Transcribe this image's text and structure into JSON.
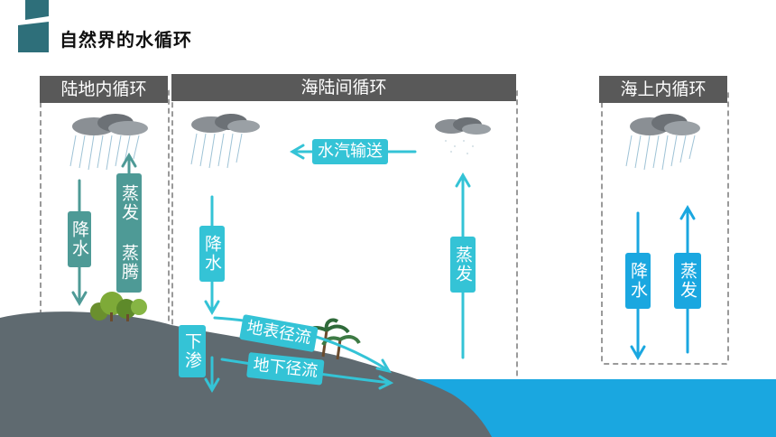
{
  "title": "自然界的水循环",
  "sections": {
    "land": "陆地内循环",
    "sea_land": "海陆间循环",
    "ocean": "海上内循环"
  },
  "land_labels": {
    "precipitation": "降水",
    "evaporation_transpiration": "蒸发 蒸腾"
  },
  "sea_land_labels": {
    "vapor_transport": "水汽输送",
    "precipitation": "降水",
    "evaporation": "蒸发",
    "surface_runoff": "地表径流",
    "infiltration": "下渗",
    "underground_runoff": "地下径流"
  },
  "ocean_labels": {
    "precipitation": "降水",
    "evaporation": "蒸发"
  },
  "colors": {
    "teal": "#4e9a96",
    "cyan": "#34c3d6",
    "blue": "#1aa7e0",
    "header": "#595959",
    "land": "#5f6a70"
  }
}
